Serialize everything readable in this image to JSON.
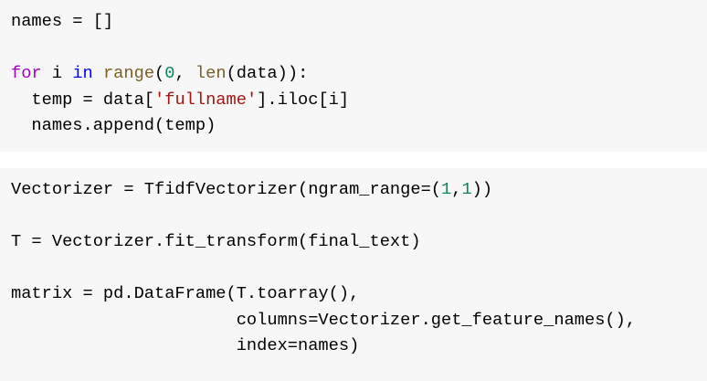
{
  "cells": [
    {
      "lines": [
        [
          [
            "names = []",
            "plain"
          ]
        ],
        [],
        [
          [
            "for",
            "kw"
          ],
          [
            " i ",
            "plain"
          ],
          [
            "in",
            "kw2"
          ],
          [
            " ",
            "plain"
          ],
          [
            "range",
            "bi"
          ],
          [
            "(",
            "plain"
          ],
          [
            "0",
            "num"
          ],
          [
            ", ",
            "plain"
          ],
          [
            "len",
            "bi"
          ],
          [
            "(data)):",
            "plain"
          ]
        ],
        [
          [
            "  temp = data[",
            "plain"
          ],
          [
            "'fullname'",
            "str"
          ],
          [
            "].iloc[i]",
            "plain"
          ]
        ],
        [
          [
            "  names.append(temp)",
            "plain"
          ]
        ]
      ]
    },
    {
      "lines": [
        [
          [
            "Vectorizer = TfidfVectorizer(ngram_range=(",
            "plain"
          ],
          [
            "1",
            "num"
          ],
          [
            ",",
            "plain"
          ],
          [
            "1",
            "num"
          ],
          [
            "))",
            "plain"
          ]
        ],
        [],
        [
          [
            "T = Vectorizer.fit_transform(final_text)",
            "plain"
          ]
        ],
        [],
        [
          [
            "matrix = pd.DataFrame(T.toarray(),",
            "plain"
          ]
        ],
        [
          [
            "                      columns=Vectorizer.get_feature_names(),",
            "plain"
          ]
        ],
        [
          [
            "                      index=names)",
            "plain"
          ]
        ]
      ]
    }
  ]
}
